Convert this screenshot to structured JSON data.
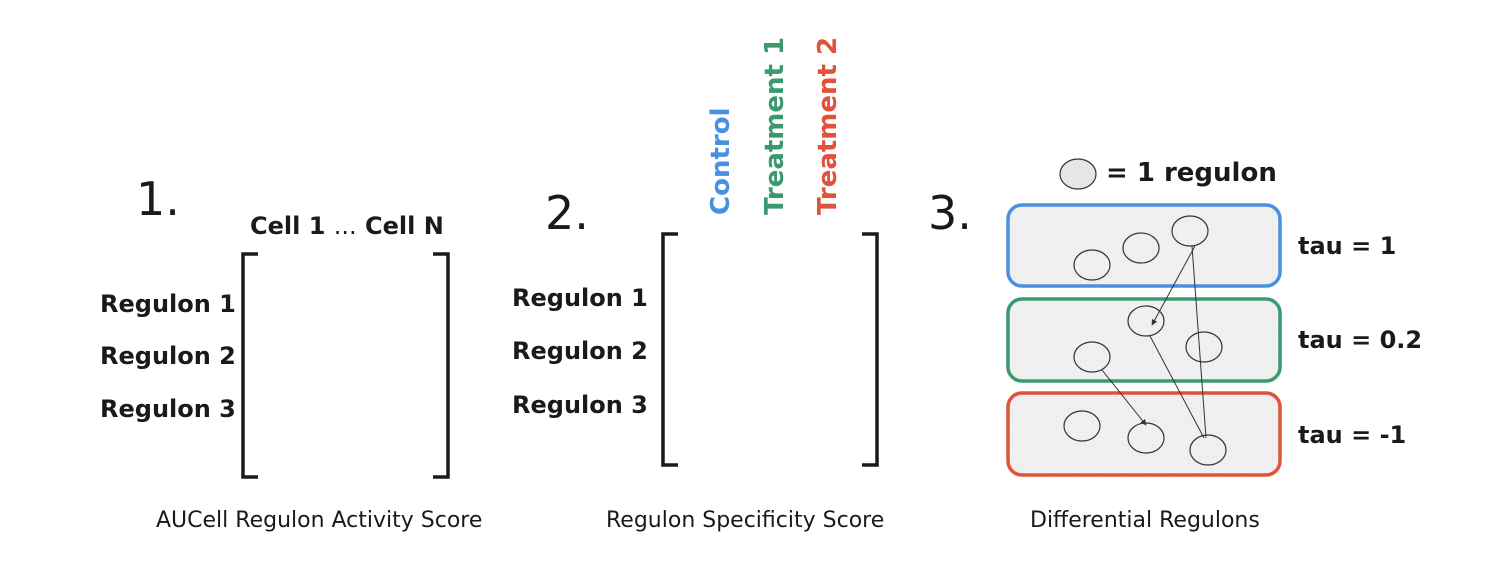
{
  "panel1": {
    "number": "1.",
    "column_header_start": "Cell 1",
    "column_header_ellipsis": "...",
    "column_header_end": "Cell N",
    "rows": [
      "Regulon 1",
      "Regulon 2",
      "Regulon 3"
    ],
    "caption": "AUCell Regulon Activity Score"
  },
  "panel2": {
    "number": "2.",
    "columns": [
      {
        "label": "Control",
        "color": "#4a90e2"
      },
      {
        "label": "Treatment 1",
        "color": "#3a9a6e"
      },
      {
        "label": "Treatment 2",
        "color": "#e0533a"
      }
    ],
    "rows": [
      "Regulon 1",
      "Regulon 2",
      "Regulon 3"
    ],
    "caption": "Regulon Specificity Score"
  },
  "panel3": {
    "number": "3.",
    "legend": "= 1 regulon",
    "groups": [
      {
        "tau": "tau = 1",
        "color": "#4a90e2"
      },
      {
        "tau": "tau = 0.2",
        "color": "#3a9a6e"
      },
      {
        "tau": "tau = -1",
        "color": "#e0533a"
      }
    ],
    "caption": "Differential Regulons"
  }
}
